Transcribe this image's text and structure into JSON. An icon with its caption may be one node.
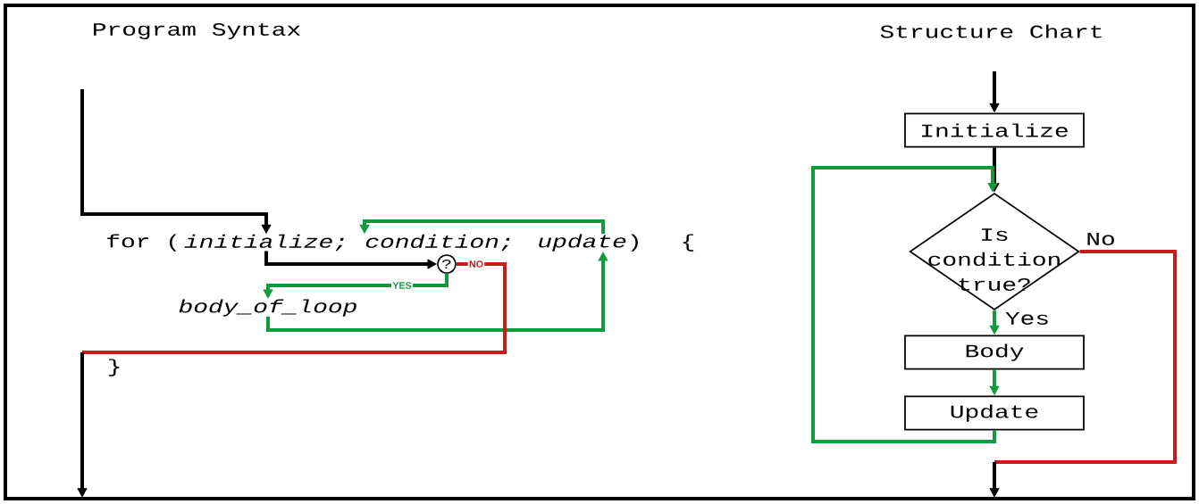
{
  "diagram": {
    "nodes": [
      {
        "text": [
          "initialize;"
        ]
      },
      {
        "text": [
          "condition;"
        ]
      },
      {
        "text": [
          "*update*)"
        ]
      },
      {
        "text": [
          "?"
        ]
      },
      {
        "text": [
          "body_of_loop"
        ]
      },
      {
        "text": [
          "Initialize"
        ]
      },
      {
        "text": [
          "Is condition true?"
        ]
      },
      {
        "text": [
          "Body"
        ]
      },
      {
        "text": [
          "Update"
        ]
      }
    ],
    "edges": [
      {
        "from": null,
        "to": 0,
        "arrow": "to",
        "color": "#000000"
      },
      {
        "from": 0,
        "to": 3,
        "arrow": "to",
        "color": "#000000"
      },
      {
        "from": 3,
        "to": 4,
        "arrow": "to",
        "label": "YES"
      },
      {
        "from": 4,
        "to": 2,
        "arrow": "to"
      },
      {
        "from": 2,
        "to": 1,
        "arrow": "to"
      },
      {
        "from": 3,
        "to": null,
        "arrow": "none",
        "label": "NO",
        "color": "#cc1a1a"
      },
      {
        "from": null,
        "to": 5,
        "arrow": "to",
        "color": "#000000"
      },
      {
        "from": 5,
        "to": 6,
        "arrow": "to",
        "color": "#000000"
      },
      {
        "from": 6,
        "to": 7,
        "arrow": "to",
        "label": "Yes"
      },
      {
        "from": 7,
        "to": 8,
        "arrow": "to"
      },
      {
        "from": 8,
        "to": 6,
        "arrow": "to"
      },
      {
        "from": 6,
        "to": null,
        "arrow": "none",
        "label": "No",
        "color": "#cc1a1a"
      }
    ],
    "labels": [
      "Program Syntax",
      "Structure Chart",
      "for (",
      "{",
      "}"
    ]
  }
}
